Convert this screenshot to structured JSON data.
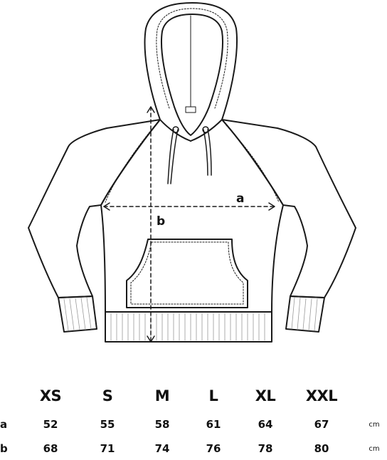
{
  "diagram": {
    "label_a": "a",
    "label_b": "b"
  },
  "size_table": {
    "sizes": [
      "XS",
      "S",
      "M",
      "L",
      "XL",
      "XXL"
    ],
    "rows": [
      {
        "label": "a",
        "values": [
          "52",
          "55",
          "58",
          "61",
          "64",
          "67"
        ],
        "unit": "cm"
      },
      {
        "label": "b",
        "values": [
          "68",
          "71",
          "74",
          "76",
          "78",
          "80"
        ],
        "unit": "cm"
      }
    ]
  }
}
